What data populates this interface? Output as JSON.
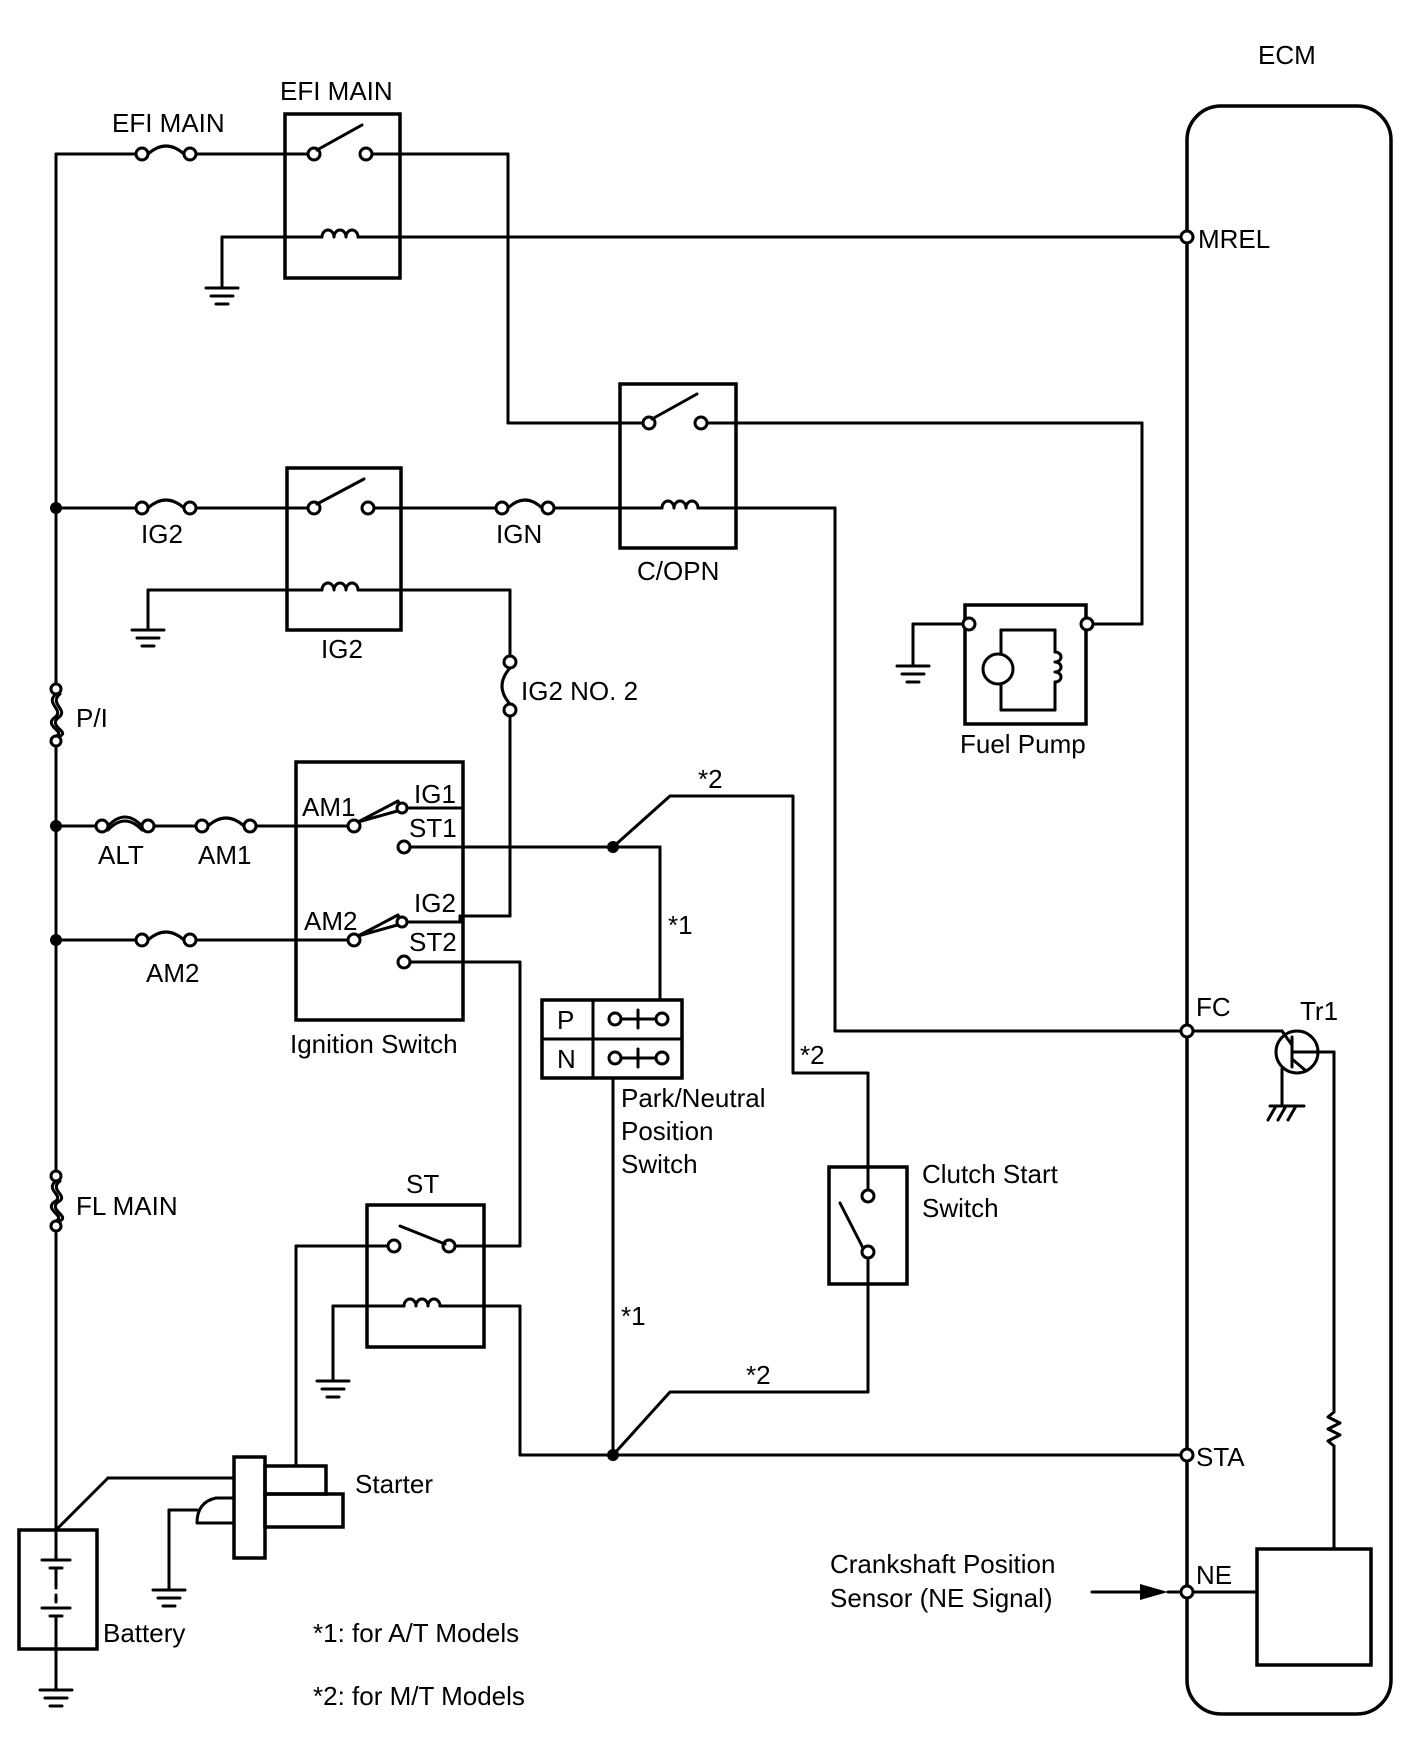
{
  "labels": {
    "ecm": "ECM",
    "efi_main_fuse": "EFI MAIN",
    "efi_main_relay": "EFI MAIN",
    "mrel": "MREL",
    "ig2_fuse": "IG2",
    "ign_fuse": "IGN",
    "ig2_relay": "IG2",
    "copn": "C/OPN",
    "fuel_pump": "Fuel Pump",
    "ig2_no2": "IG2 NO. 2",
    "pi": "P/I",
    "alt": "ALT",
    "am1_fuse": "AM1",
    "am2_fuse": "AM2",
    "ign_am1": "AM1",
    "ign_ig1": "IG1",
    "ign_st1": "ST1",
    "ign_am2": "AM2",
    "ign_ig2": "IG2",
    "ign_st2": "ST2",
    "ignition_switch": "Ignition Switch",
    "note2_top": "*2",
    "note1_upper": "*1",
    "note2_mid": "*2",
    "pn_p": "P",
    "pn_n": "N",
    "pn_line1": "Park/Neutral",
    "pn_line2": "Position",
    "pn_line3": "Switch",
    "fc": "FC",
    "tr1": "Tr1",
    "fl_main": "FL MAIN",
    "st_relay": "ST",
    "clutch_line1": "Clutch Start",
    "clutch_line2": "Switch",
    "note1_lower": "*1",
    "note2_lower": "*2",
    "starter": "Starter",
    "sta": "STA",
    "crank_line1": "Crankshaft Position",
    "crank_line2": "Sensor (NE Signal)",
    "ne": "NE",
    "battery": "Battery",
    "footnote1": "*1: for A/T Models",
    "footnote2": "*2: for M/T Models"
  }
}
